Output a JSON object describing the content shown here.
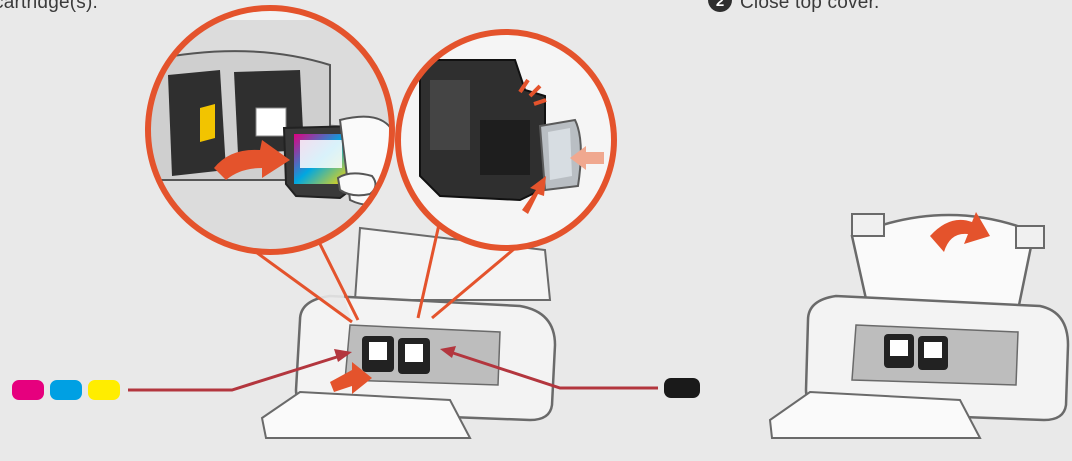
{
  "step1": {
    "caption": "cartridge(s).",
    "color_cartridge_swatches": [
      "#e6007e",
      "#00a0e3",
      "#ffed00"
    ],
    "black_cartridge_swatch": "#1a1a1a"
  },
  "step2": {
    "number": "2",
    "caption": "Close top cover."
  },
  "colors": {
    "accent_orange": "#e4532c",
    "pointer_red": "#b3363e",
    "background": "#e9e9e9"
  }
}
